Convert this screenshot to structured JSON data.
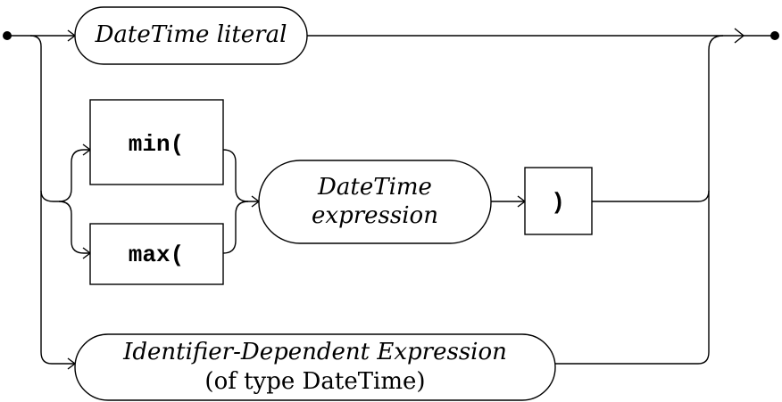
{
  "diagram": {
    "datetime_literal": "DateTime literal",
    "min_token": "min(",
    "max_token": "max(",
    "datetime_expression_line1": "DateTime",
    "datetime_expression_line2": "expression",
    "close_paren": ")",
    "identifier_dependent_line1": "Identifier-Dependent Expression",
    "identifier_dependent_line2": "(of type DateTime)"
  }
}
